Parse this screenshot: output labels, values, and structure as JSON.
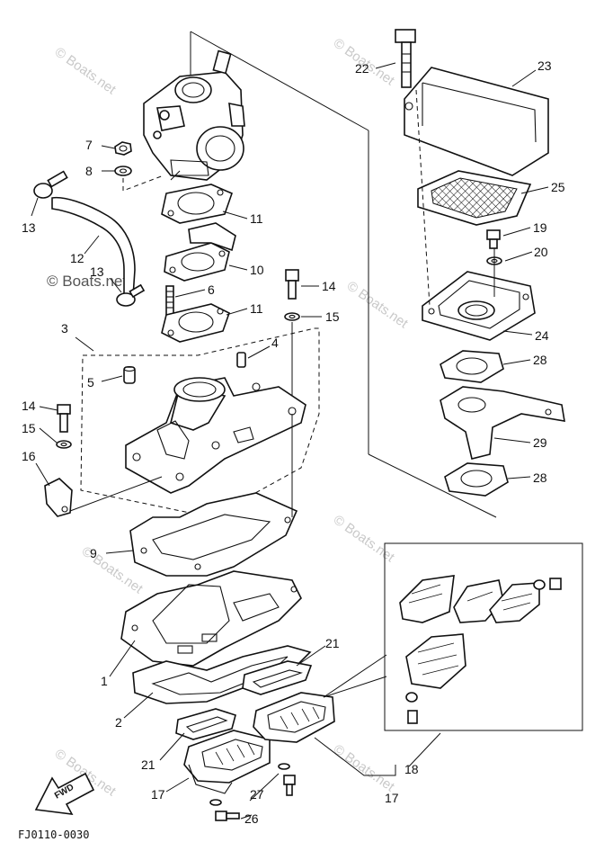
{
  "watermark": "© Boats.net",
  "diagram_code": "FJ0110-0030",
  "fwd_label": "FWD",
  "callouts": {
    "c1": "1",
    "c2": "2",
    "c3": "3",
    "c4": "4",
    "c5": "5",
    "c6": "6",
    "c7": "7",
    "c8": "8",
    "c9": "9",
    "c10": "10",
    "c11a": "11",
    "c11b": "11",
    "c12": "12",
    "c13a": "13",
    "c13b": "13",
    "c14a": "14",
    "c14b": "14",
    "c15a": "15",
    "c15b": "15",
    "c16": "16",
    "c17a": "17",
    "c17b": "17",
    "c18": "18",
    "c19": "19",
    "c20": "20",
    "c21a": "21",
    "c21b": "21",
    "c22": "22",
    "c23": "23",
    "c24": "24",
    "c25": "25",
    "c26": "26",
    "c27": "27",
    "c28a": "28",
    "c28b": "28",
    "c29": "29"
  }
}
